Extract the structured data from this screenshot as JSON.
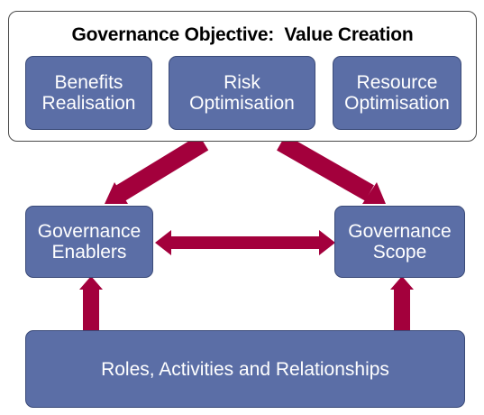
{
  "objective": {
    "title": "Governance Objective:  Value Creation",
    "items": [
      {
        "line1": "Benefits",
        "line2": "Realisation"
      },
      {
        "line1": "Risk",
        "line2": "Optimisation"
      },
      {
        "line1": "Resource",
        "line2": "Optimisation"
      }
    ]
  },
  "enablers": {
    "line1": "Governance",
    "line2": "Enablers"
  },
  "scope": {
    "line1": "Governance",
    "line2": "Scope"
  },
  "roles": {
    "label": "Roles, Activities and Relationships"
  },
  "colors": {
    "box_fill": "#5b6ea6",
    "box_border": "#3a4a78",
    "arrow": "#a3003c",
    "panel_border": "#4a4a4a"
  }
}
